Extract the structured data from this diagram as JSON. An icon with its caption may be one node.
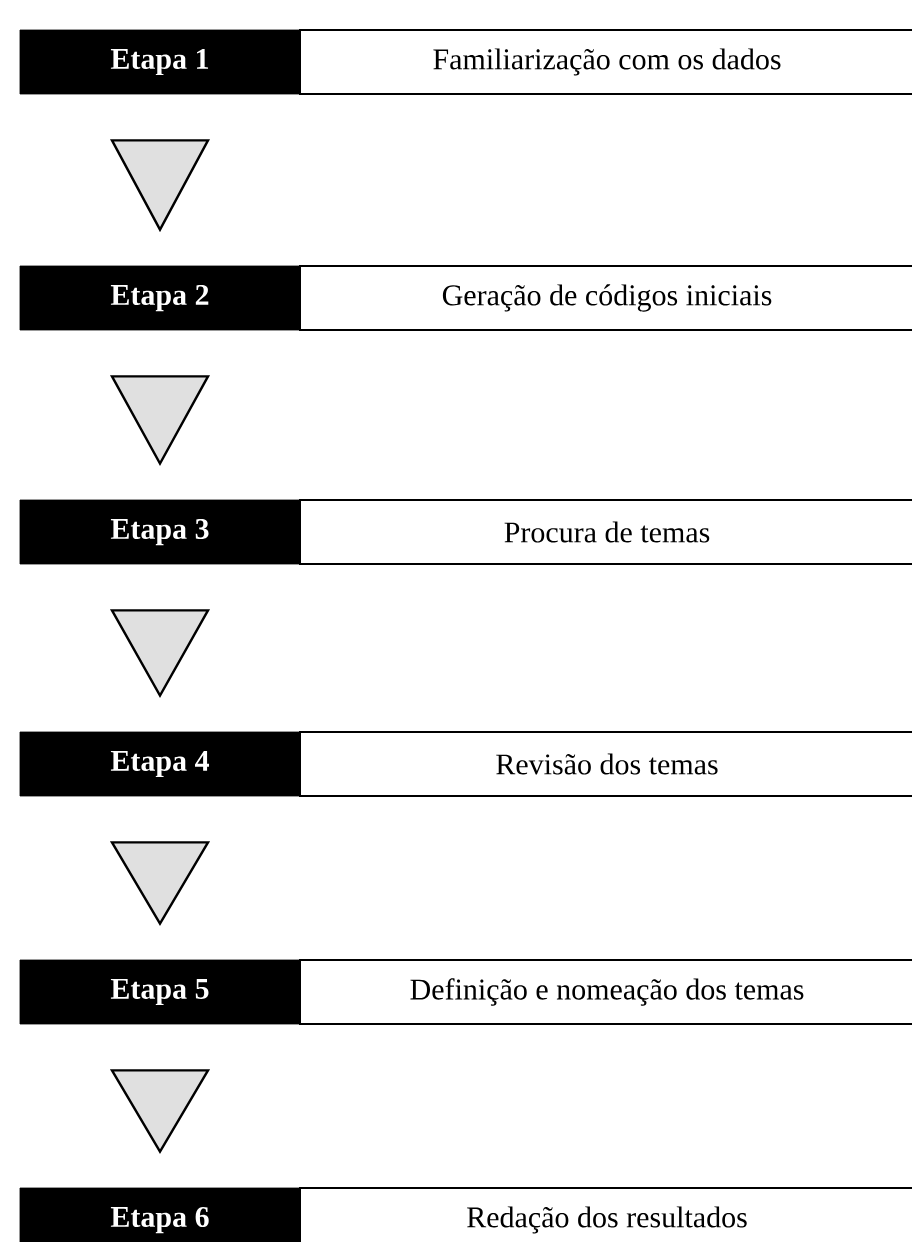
{
  "diagram": {
    "nodes": [
      {
        "text": [
          "Etapa 1"
        ]
      },
      {
        "text": [
          "Familiarização com os dados"
        ]
      },
      {
        "text": [
          "Etapa 2"
        ]
      },
      {
        "text": [
          "Geração de códigos iniciais"
        ]
      },
      {
        "text": [
          "Etapa 3"
        ]
      },
      {
        "text": [
          "Procura de temas"
        ]
      },
      {
        "text": [
          "Etapa 4"
        ]
      },
      {
        "text": [
          "Revisão dos temas"
        ]
      },
      {
        "text": [
          "Etapa 5"
        ]
      },
      {
        "text": [
          "Definição e nomeação dos temas"
        ]
      },
      {
        "text": [
          "Etapa 6"
        ]
      },
      {
        "text": [
          "Redação dos resultados"
        ]
      }
    ],
    "edges": [
      {
        "from": 0,
        "to": 2,
        "arrow": "to"
      },
      {
        "from": 2,
        "to": 4,
        "arrow": "to"
      },
      {
        "from": 4,
        "to": 6,
        "arrow": "to"
      },
      {
        "from": 6,
        "to": 8,
        "arrow": "to"
      },
      {
        "from": 8,
        "to": 10,
        "arrow": "to"
      }
    ]
  }
}
